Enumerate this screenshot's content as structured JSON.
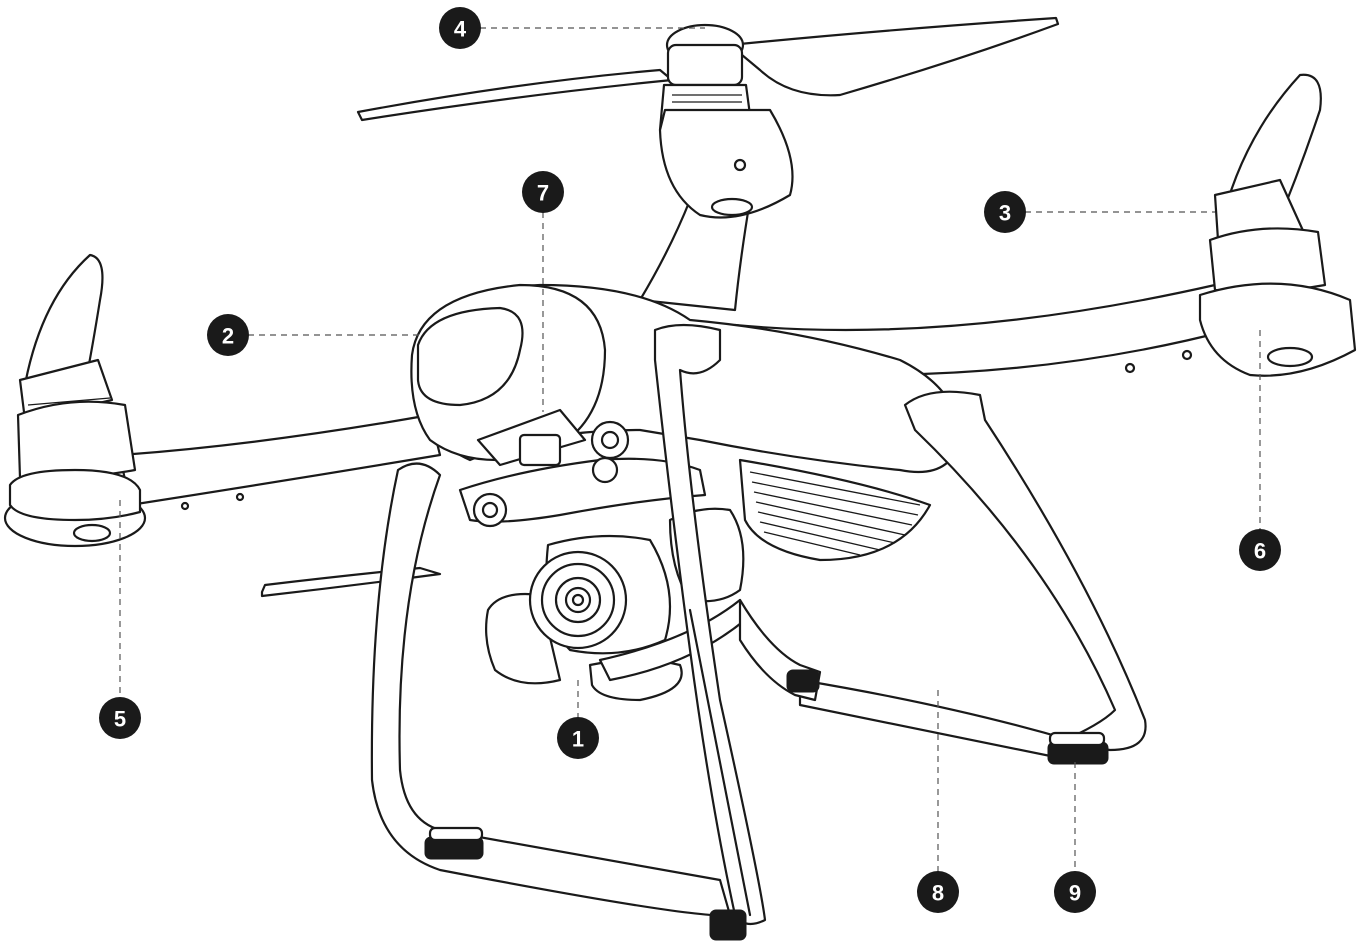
{
  "diagram": {
    "subject": "quadcopter-drone",
    "callouts": [
      {
        "id": "camera-gimbal",
        "label": "1"
      },
      {
        "id": "battery-cover",
        "label": "2"
      },
      {
        "id": "front-right-motor",
        "label": "3"
      },
      {
        "id": "rear-propeller-motor",
        "label": "4"
      },
      {
        "id": "front-left-motor",
        "label": "5"
      },
      {
        "id": "front-right-led",
        "label": "6"
      },
      {
        "id": "gimbal-mount",
        "label": "7"
      },
      {
        "id": "landing-gear",
        "label": "8"
      },
      {
        "id": "landing-foot-pad",
        "label": "9"
      }
    ],
    "colors": {
      "line": "#1a1a1a",
      "badge": "#1a1a1a",
      "badge_text": "#ffffff",
      "background": "#ffffff"
    }
  }
}
